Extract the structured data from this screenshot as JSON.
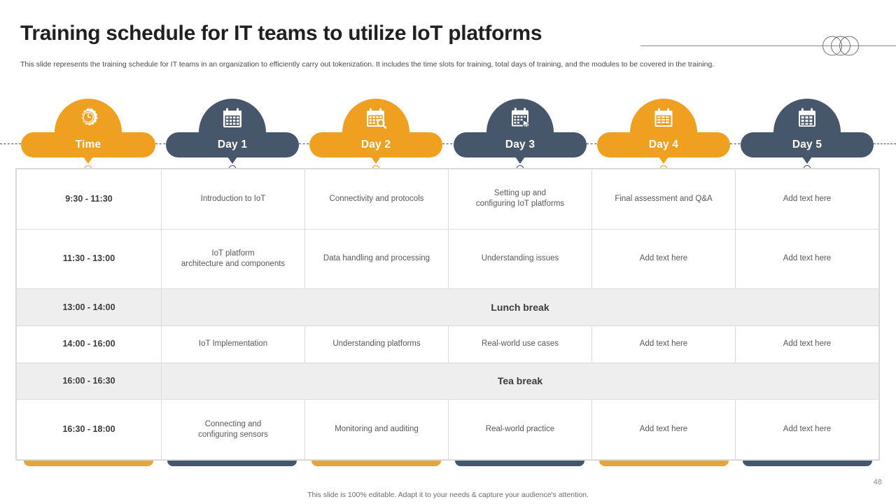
{
  "header": {
    "title": "Training schedule for IT teams to utilize IoT platforms",
    "subtitle": "This slide represents the training schedule for IT teams in an organization to efficiently carry out tokenization. It includes the time slots for training, total days of training, and the modules to be covered in the training.",
    "logo_icon": "three-overlapping-circles-icon"
  },
  "colors": {
    "orange": "#f0a020",
    "navy": "#46566b",
    "title_text": "#231f20",
    "body_text": "#58585a",
    "break_row_bg": "#eeeeee",
    "table_border": "#dcdcdc"
  },
  "columns": [
    {
      "label": "Time",
      "color": "orange",
      "icon": "gear-clock-icon"
    },
    {
      "label": "Day 1",
      "color": "navy",
      "icon": "calendar-icon"
    },
    {
      "label": "Day 2",
      "color": "orange",
      "icon": "calendar-search-icon"
    },
    {
      "label": "Day 3",
      "color": "navy",
      "icon": "calendar-cursor-icon"
    },
    {
      "label": "Day 4",
      "color": "orange",
      "icon": "calendar-lines-icon"
    },
    {
      "label": "Day 5",
      "color": "navy",
      "icon": "calendar-grid-icon"
    }
  ],
  "schedule": {
    "rows": [
      {
        "type": "normal",
        "time": "9:30 - 11:30",
        "cells": [
          "Introduction to IoT",
          "Connectivity and protocols",
          "Setting up and\nconfiguring IoT platforms",
          "Final assessment and Q&A",
          "Add text here"
        ]
      },
      {
        "type": "normal",
        "time": "11:30 - 13:00",
        "cells": [
          "IoT platform\narchitecture and components",
          "Data handling and processing",
          "Understanding issues",
          "Add text here",
          "Add text here"
        ]
      },
      {
        "type": "break",
        "time": "13:00 - 14:00",
        "label": "Lunch break"
      },
      {
        "type": "normal",
        "time": "14:00 - 16:00",
        "cells": [
          "IoT Implementation",
          "Understanding platforms",
          "Real-world use cases",
          "Add text here",
          "Add text here"
        ]
      },
      {
        "type": "break",
        "time": "16:00 - 16:30",
        "label": "Tea break"
      },
      {
        "type": "normal",
        "time": "16:30 - 18:00",
        "cells": [
          "Connecting and\nconfiguring sensors",
          "Monitoring and auditing",
          "Real-world practice",
          "Add text here",
          "Add text here"
        ]
      }
    ]
  },
  "footer": {
    "note": "This slide is 100% editable. Adapt it to your needs & capture your audience's attention.",
    "page_number": "48"
  }
}
